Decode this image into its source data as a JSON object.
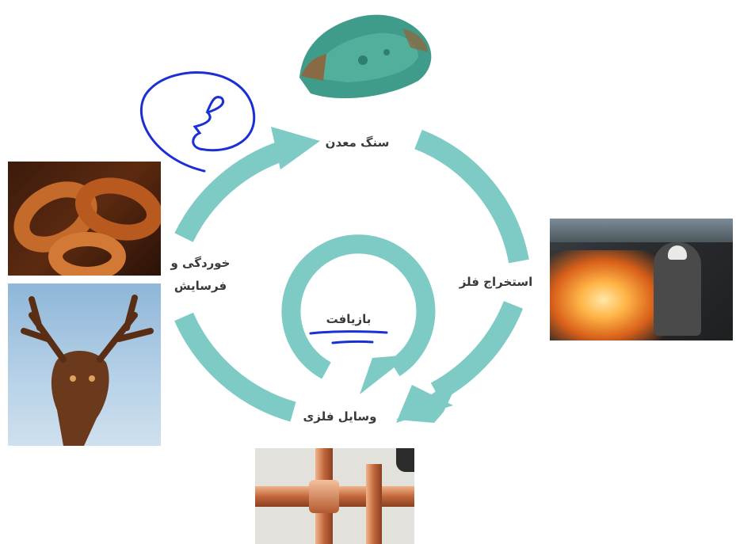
{
  "labels": {
    "ore": "سنگ معدن",
    "extraction": "استخراج فلز",
    "metal_items": "وسایل فلزی",
    "corrosion_line1": "خوردگی و",
    "corrosion_line2": "فرسایش",
    "recycling": "بازیافت"
  },
  "colors": {
    "cycle_arrow": "#7ecbc5",
    "ink": "#1a2fd6",
    "label_text": "#3a3a3a"
  },
  "images": {
    "ore": "ore-rock-photo",
    "extraction": "furnace-worker-photo",
    "metal_items": "copper-pipes-photo",
    "corrosion_top": "rusty-chain-photo",
    "corrosion_bottom": "rusted-deer-sculpture-photo"
  },
  "annotations": {
    "handwriting_scribble": "blue-pen-scribble",
    "underline": "blue-pen-underline"
  }
}
